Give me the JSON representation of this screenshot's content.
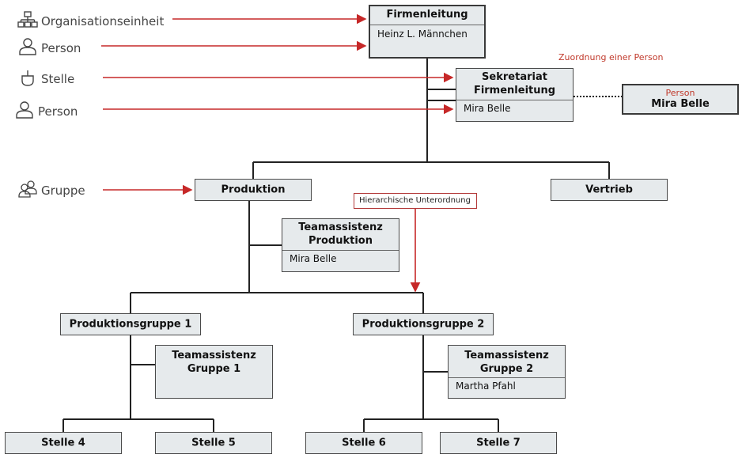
{
  "legend": {
    "org_unit": "Organisationseinheit",
    "person1": "Person",
    "position": "Stelle",
    "person2": "Person",
    "group": "Gruppe"
  },
  "annotations": {
    "assignment": "Zuordnung einer Person",
    "hierarchy": "Hierarchische Unterordnung"
  },
  "nodes": {
    "firmenleitung": {
      "title": "Firmenleitung",
      "person": "Heinz L. Männchen"
    },
    "sekretariat": {
      "title_line1": "Sekretariat",
      "title_line2": "Firmenleitung",
      "person": "Mira Belle"
    },
    "person_box": {
      "label": "Person",
      "name": "Mira Belle"
    },
    "produktion": {
      "title": "Produktion"
    },
    "vertrieb": {
      "title": "Vertrieb"
    },
    "ta_produktion": {
      "title_line1": "Teamassistenz",
      "title_line2": "Produktion",
      "person": "Mira Belle"
    },
    "pg1": {
      "title": "Produktionsgruppe 1"
    },
    "pg2": {
      "title": "Produktionsgruppe 2"
    },
    "ta_gruppe1": {
      "title_line1": "Teamassistenz",
      "title_line2": "Gruppe 1"
    },
    "ta_gruppe2": {
      "title_line1": "Teamassistenz",
      "title_line2": "Gruppe 2",
      "person": "Martha Pfahl"
    },
    "stelle4": {
      "title": "Stelle 4"
    },
    "stelle5": {
      "title": "Stelle 5"
    },
    "stelle6": {
      "title": "Stelle 6"
    },
    "stelle7": {
      "title": "Stelle 7"
    }
  },
  "colors": {
    "arrow": "#c62828",
    "line": "#222222",
    "box_fill": "#e6eaec"
  }
}
